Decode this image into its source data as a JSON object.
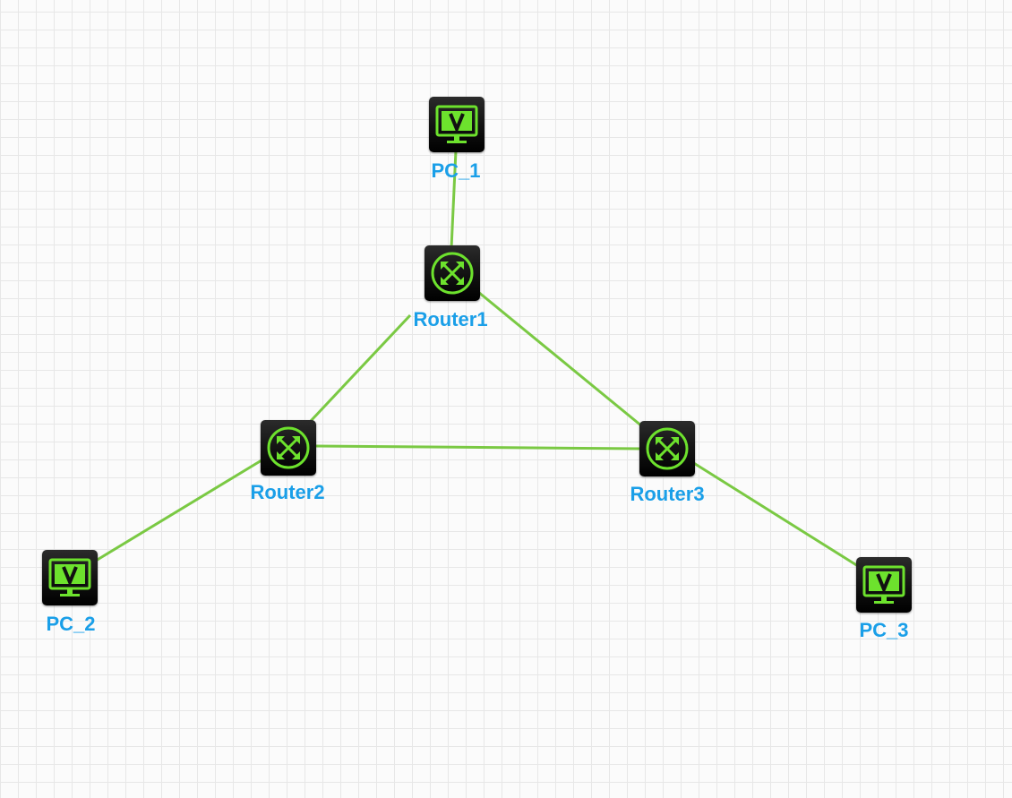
{
  "theme": {
    "link_color": "#7ac943",
    "label_color": "#1a9fe8",
    "icon_color": "#6de22d"
  },
  "devices": [
    {
      "id": "pc1",
      "type": "pc",
      "label": "PC_1",
      "icon": "monitor-v-icon"
    },
    {
      "id": "router1",
      "type": "router",
      "label": "Router1",
      "icon": "router-arrows-icon"
    },
    {
      "id": "router2",
      "type": "router",
      "label": "Router2",
      "icon": "router-arrows-icon"
    },
    {
      "id": "router3",
      "type": "router",
      "label": "Router3",
      "icon": "router-arrows-icon"
    },
    {
      "id": "pc2",
      "type": "pc",
      "label": "PC_2",
      "icon": "monitor-v-icon"
    },
    {
      "id": "pc3",
      "type": "pc",
      "label": "PC_3",
      "icon": "monitor-v-icon"
    }
  ],
  "links": [
    {
      "from": "pc1",
      "to": "router1"
    },
    {
      "from": "router1",
      "to": "router2"
    },
    {
      "from": "router1",
      "to": "router3"
    },
    {
      "from": "router2",
      "to": "router3"
    },
    {
      "from": "router2",
      "to": "pc2"
    },
    {
      "from": "router3",
      "to": "pc3"
    }
  ]
}
